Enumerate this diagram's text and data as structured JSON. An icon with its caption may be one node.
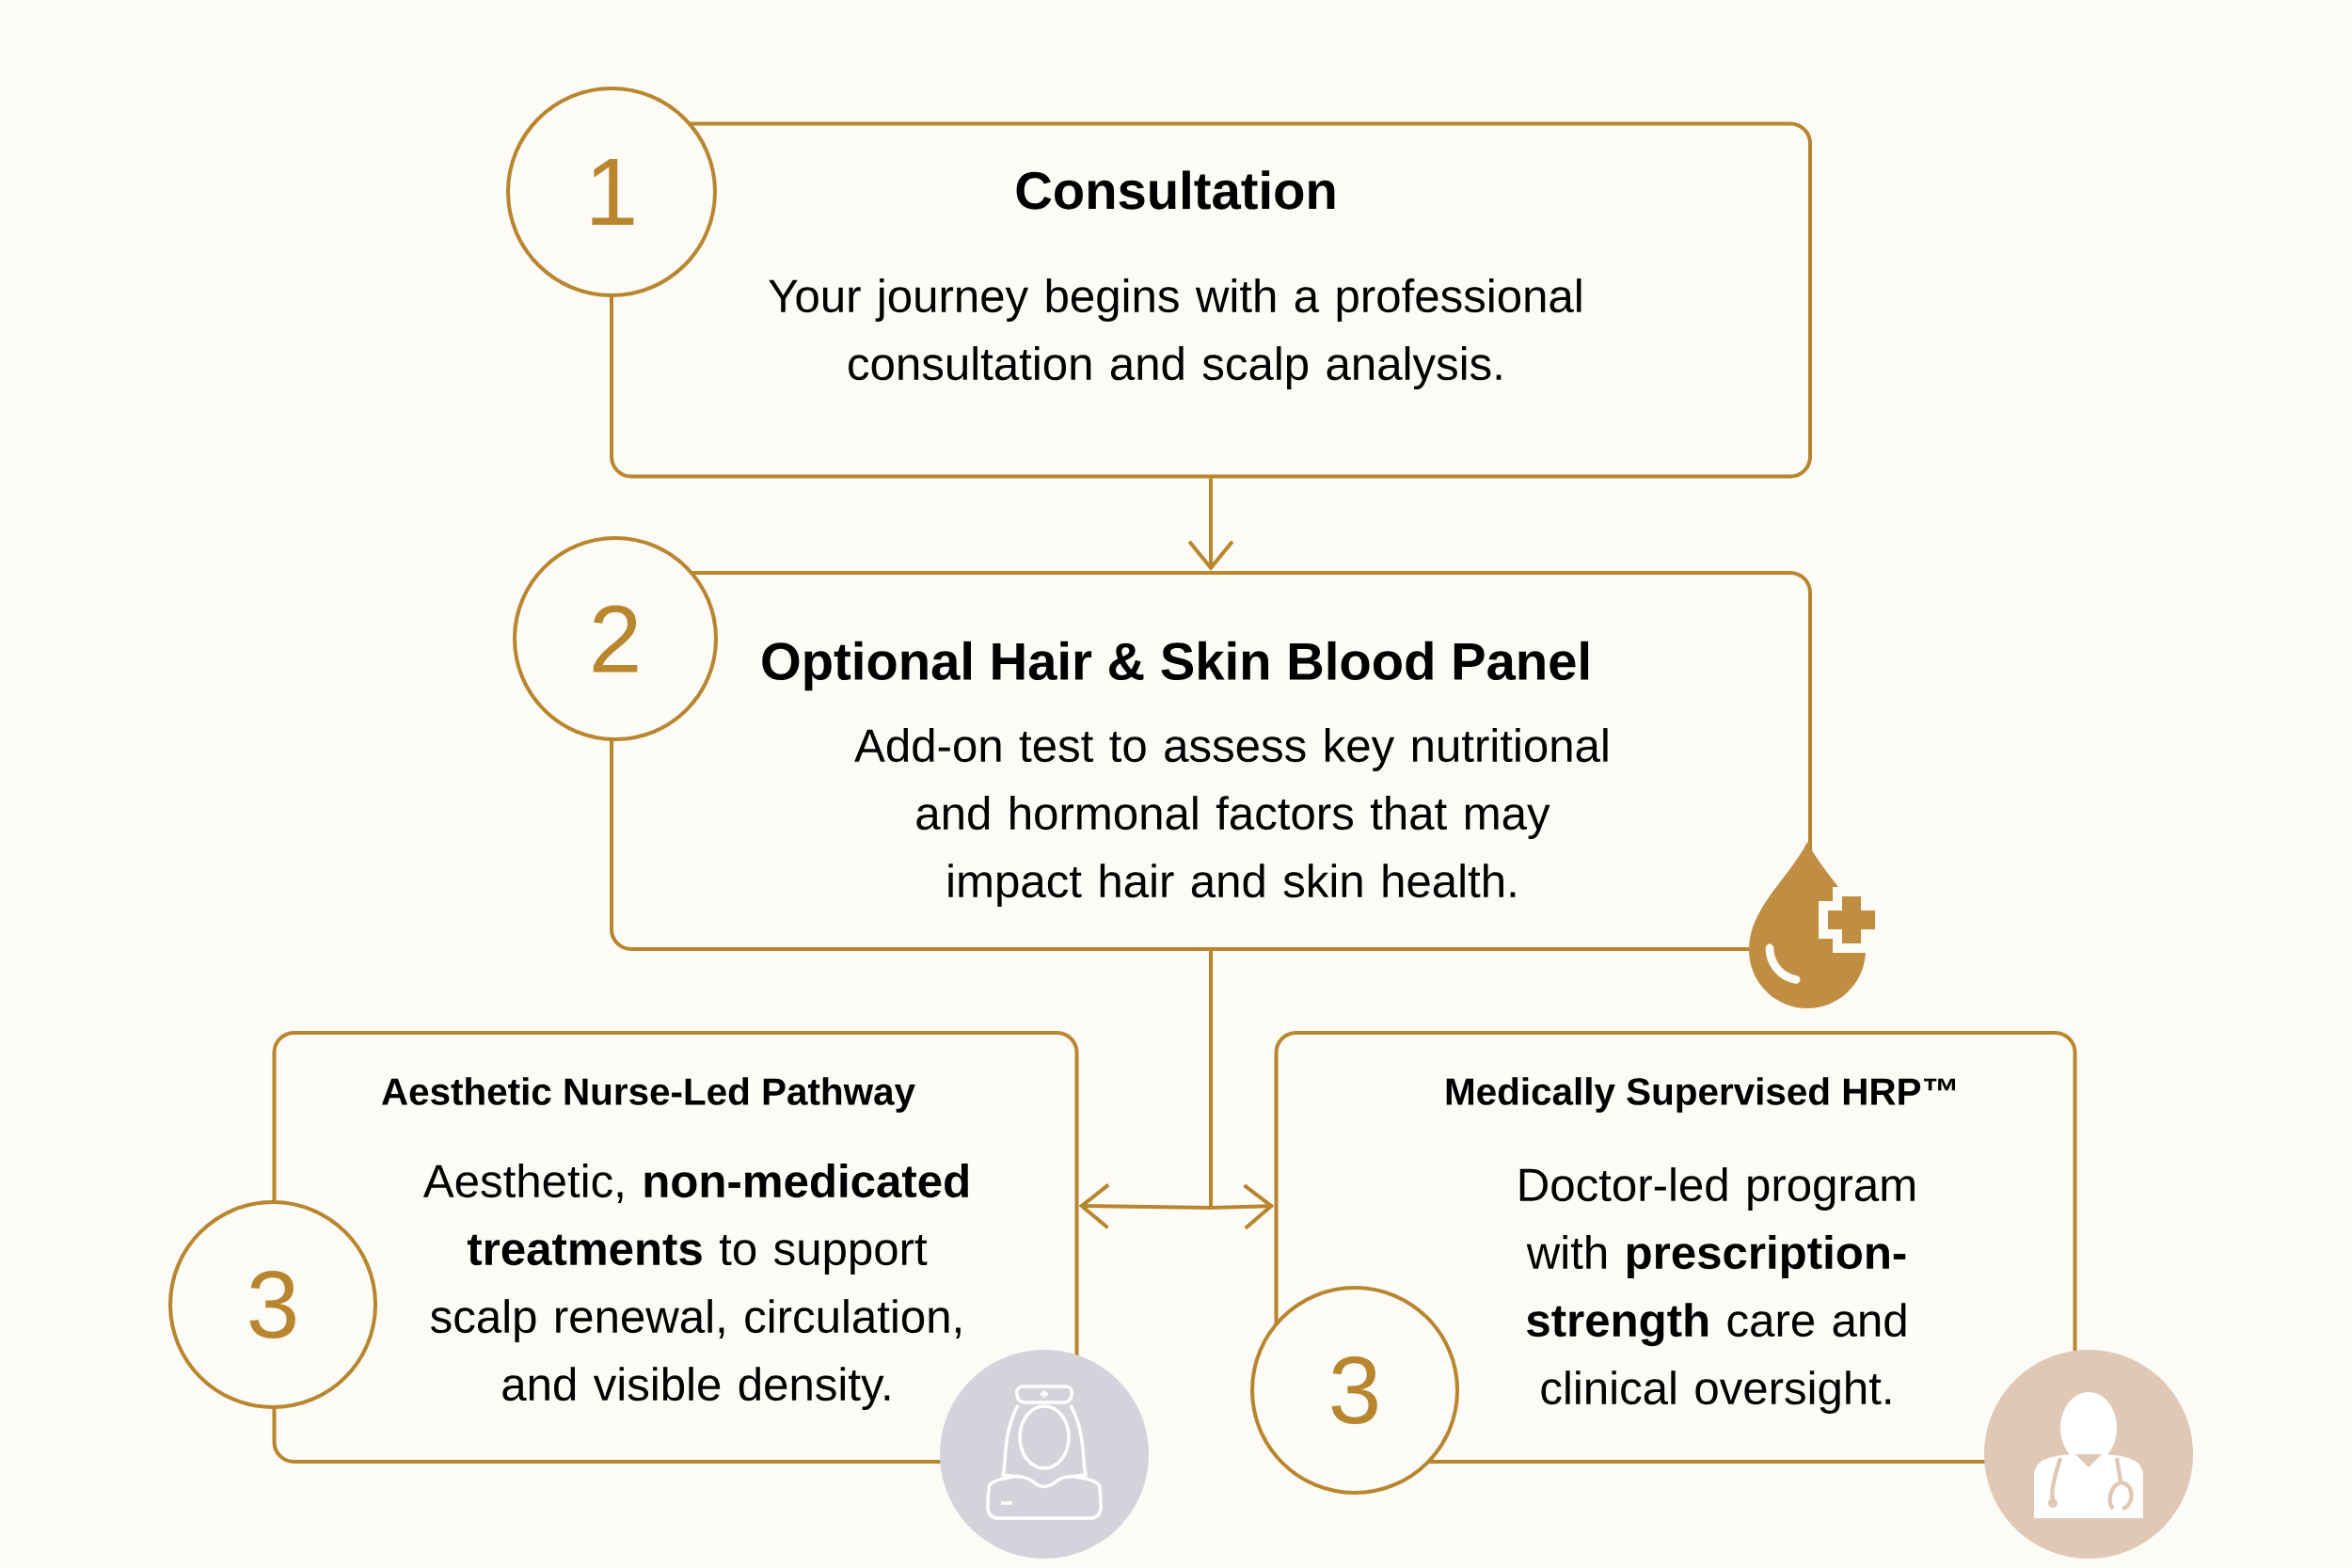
{
  "diagram": {
    "nodes": [
      {
        "text": [
          "Consultation",
          "Your journey begins with a professional consultation and scalp analysis."
        ]
      },
      {
        "text": [
          "1"
        ]
      },
      {
        "text": [
          "Optional Hair & Skin Blood Panel",
          "Add-on test to assess key nutritional and hormonal factors that may impact hair and skin health."
        ]
      },
      {
        "text": [
          "2"
        ]
      },
      {
        "text": [
          "Aesthetic Nurse-Led Pathway",
          "Aesthetic, **non-medicated treatments** to support scalp renewal, circulation, and visible density."
        ]
      },
      {
        "text": [
          "3"
        ]
      },
      {
        "text": [
          "Medically Supervised HRP™",
          "Doctor-led program with **prescription-strength** care and clinical oversight."
        ]
      },
      {
        "text": [
          "3"
        ]
      }
    ],
    "edges": [
      {
        "from": 0,
        "to": 2,
        "arrow": "to"
      },
      {
        "from": 2,
        "to": 4,
        "arrow": "to"
      },
      {
        "from": 2,
        "to": 6,
        "arrow": "to"
      }
    ]
  }
}
